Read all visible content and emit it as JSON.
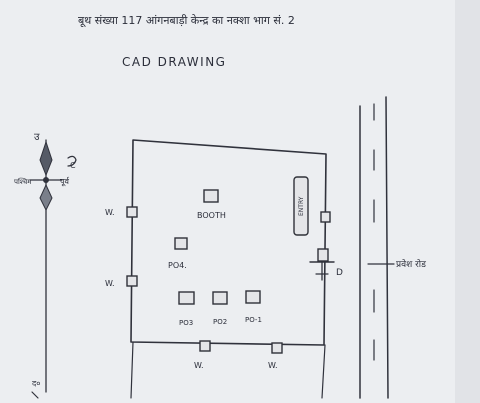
{
  "header_text": "बूथ संख्या 117 आंगनबाड़ी केन्द्र का नक्शा भाग सं. 2",
  "title": "CAD DRAWING",
  "compass": {
    "north": "उ",
    "east": "पूर्व",
    "west": "पश्चिम",
    "south": "द०",
    "half": "C"
  },
  "labels": {
    "booth": "BOOTH",
    "po4": "PO4.",
    "po3": "PO3",
    "po2": "PO2",
    "po1": "PO-1",
    "toilet": "ENTRY",
    "w": "W.",
    "door": "D",
    "road": "प्रवेश रोड"
  }
}
